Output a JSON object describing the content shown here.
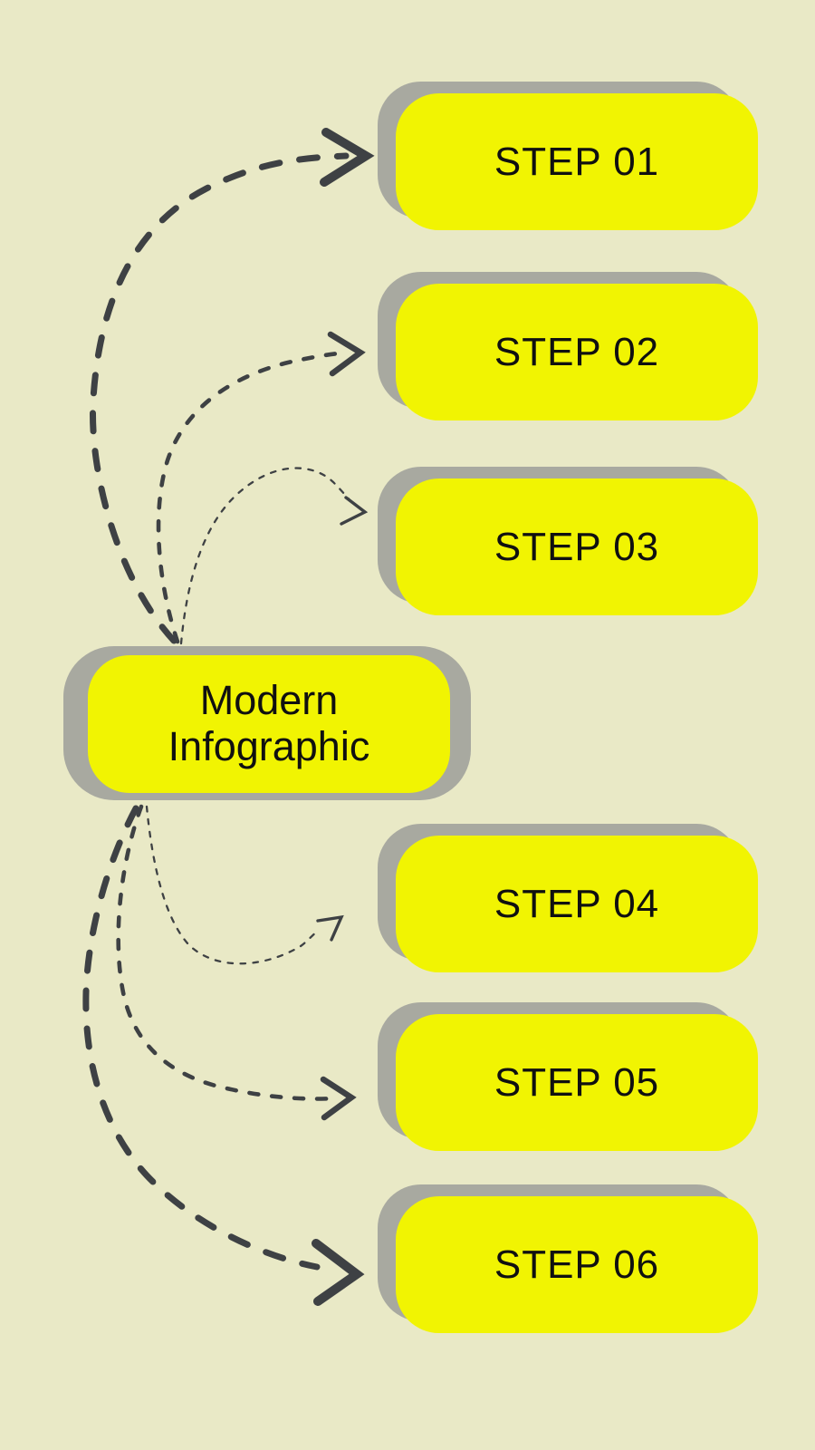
{
  "colors": {
    "background": "#e9e9c6",
    "box_yellow": "#f1f402",
    "shadow_gray": "#a8a9a0",
    "arrow": "#3e4144",
    "text": "#101010"
  },
  "center": {
    "line1": "Modern",
    "line2": "Infographic"
  },
  "steps": [
    {
      "label": "STEP 01"
    },
    {
      "label": "STEP 02"
    },
    {
      "label": "STEP 03"
    },
    {
      "label": "STEP 04"
    },
    {
      "label": "STEP 05"
    },
    {
      "label": "STEP 06"
    }
  ],
  "connections": [
    {
      "from": "Modern Infographic",
      "to": "STEP 01",
      "style": "thick-dashed"
    },
    {
      "from": "Modern Infographic",
      "to": "STEP 02",
      "style": "medium-dashed"
    },
    {
      "from": "Modern Infographic",
      "to": "STEP 03",
      "style": "thin-dashed"
    },
    {
      "from": "Modern Infographic",
      "to": "STEP 04",
      "style": "thin-dashed"
    },
    {
      "from": "Modern Infographic",
      "to": "STEP 05",
      "style": "medium-dashed"
    },
    {
      "from": "Modern Infographic",
      "to": "STEP 06",
      "style": "thick-dashed"
    }
  ]
}
